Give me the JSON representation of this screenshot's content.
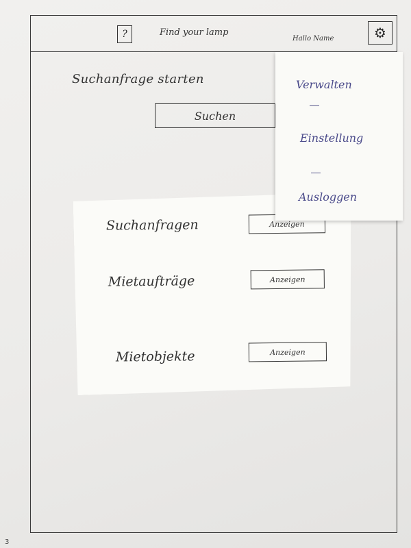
{
  "header": {
    "help_icon": "?",
    "title": "Find your lamp",
    "greeting": "Hallo Name",
    "settings_icon": "⚙"
  },
  "search": {
    "heading": "Suchanfrage starten",
    "button_label": "Suchen"
  },
  "overview": {
    "rows": [
      {
        "label": "Suchanfragen",
        "button_label": "Anzeigen"
      },
      {
        "label": "Mietaufträge",
        "button_label": "Anzeigen"
      },
      {
        "label": "Mietobjekte",
        "button_label": "Anzeigen"
      }
    ]
  },
  "menu": {
    "items": [
      {
        "label": "Verwalten"
      },
      {
        "label": "Einstellung"
      },
      {
        "label": "Ausloggen"
      }
    ],
    "text_color": "#4a4a8a"
  },
  "page_number": "3"
}
